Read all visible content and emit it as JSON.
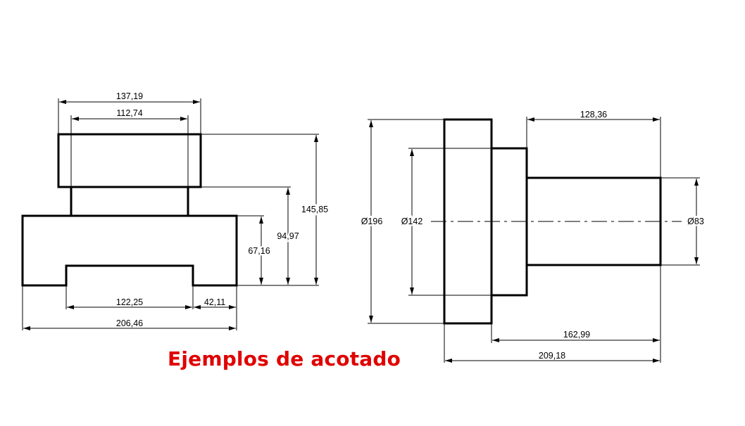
{
  "caption": "Ejemplos de acotado",
  "colors": {
    "drawing": "#000000",
    "caption": "#e00000",
    "background": "#ffffff"
  },
  "left_view": {
    "dims": [
      "137,19",
      "112,74",
      "145,85",
      "94,97",
      "67,16",
      "122,25",
      "42,11",
      "206,46"
    ]
  },
  "right_view": {
    "dims": [
      "128,36",
      "Ø196",
      "Ø142",
      "Ø83",
      "162,99",
      "209,18"
    ]
  }
}
